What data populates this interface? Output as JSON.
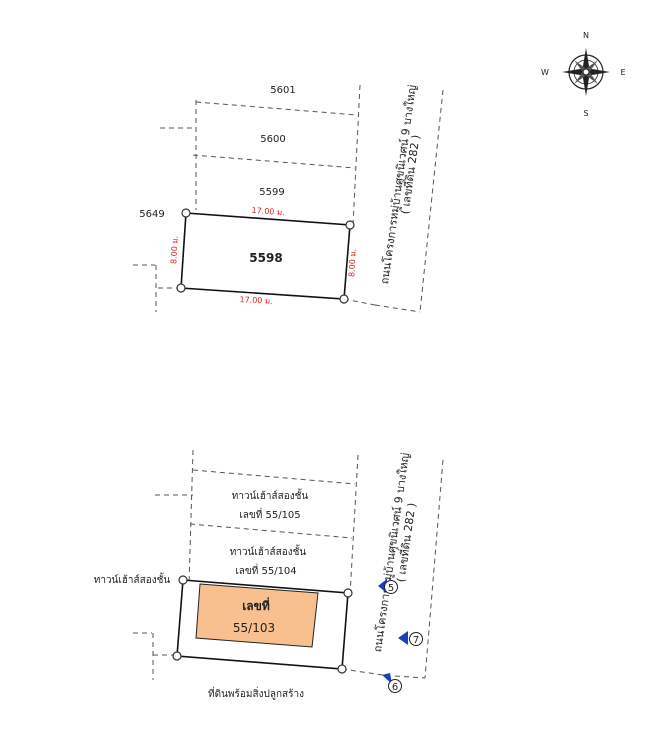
{
  "compass": {
    "n": "N",
    "s": "S",
    "e": "E",
    "w": "W"
  },
  "plan_top": {
    "lots": {
      "a": "5601",
      "b": "5600",
      "c": "5599",
      "main": "5598",
      "left": "5649"
    },
    "dimensions": {
      "top": "17.00 ม.",
      "bottom": "17.00 ม.",
      "left": "8.00 ม.",
      "right": "8.00 ม."
    },
    "road": {
      "line1": "ถนนโครงการหมู่บ้านศุขนิเวศน์ 9 บางใหญ่",
      "line2": "( เลขที่ดิน  282 )"
    }
  },
  "plan_bottom": {
    "units": {
      "u105_title": "ทาวน์เฮ้าส์สองชั้น",
      "u105_no": "เลขที่ 55/105",
      "u104_title": "ทาวน์เฮ้าส์สองชั้น",
      "u104_no": "เลขที่ 55/104",
      "left_label": "ทาวน์เฮ้าส์สองชั้น"
    },
    "house": {
      "label": "เลขที่",
      "number": "55/103",
      "fill": "#f9c08f"
    },
    "bottom_label": "ที่ดินพร้อมสิ่งปลูกสร้าง",
    "road": {
      "line1": "ถนนโครงการหมู่บ้านศุขนิเวศน์ 9 บางใหญ่",
      "line2": "( เลขที่ดิน  282 )"
    },
    "markers": [
      "5",
      "7",
      "6"
    ],
    "marker_color": "#1b3fbf"
  }
}
